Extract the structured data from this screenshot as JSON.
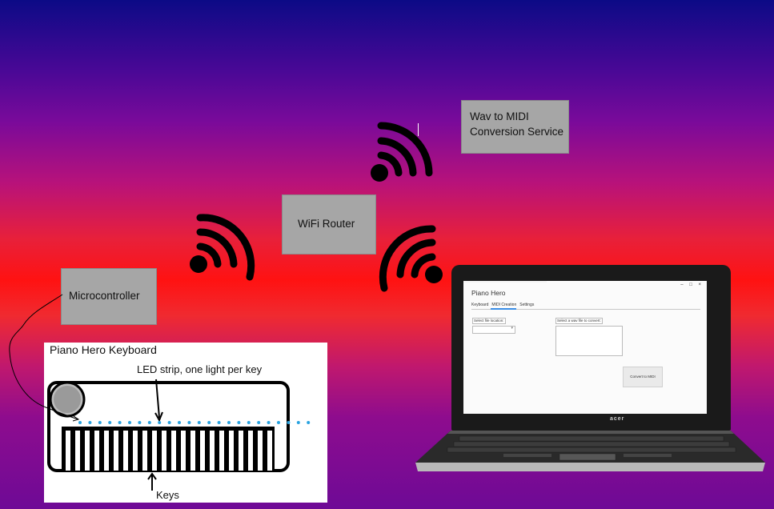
{
  "boxes": {
    "conversion_service": "Wav to MIDI\nConversion Service",
    "wifi_router": "WiFi Router",
    "microcontroller": "Microcontroller"
  },
  "keyboard": {
    "title": "Piano Hero Keyboard",
    "led_label": "LED strip, one light per key",
    "keys_label": "Keys"
  },
  "laptop": {
    "brand": "acer",
    "app": {
      "title": "Piano Hero",
      "window_controls": "– □ ×",
      "tabs": [
        "Keyboard",
        "MIDI Creation",
        "Settings"
      ],
      "active_tab": "MIDI Creation",
      "file_location_label": "Select file location:",
      "wav_label": "Select a wav file to convert:",
      "convert_button": "Convert to MIDI"
    }
  },
  "icon_names": [
    "wifi-signal-icon",
    "led-light-icon",
    "arrow-icon"
  ]
}
